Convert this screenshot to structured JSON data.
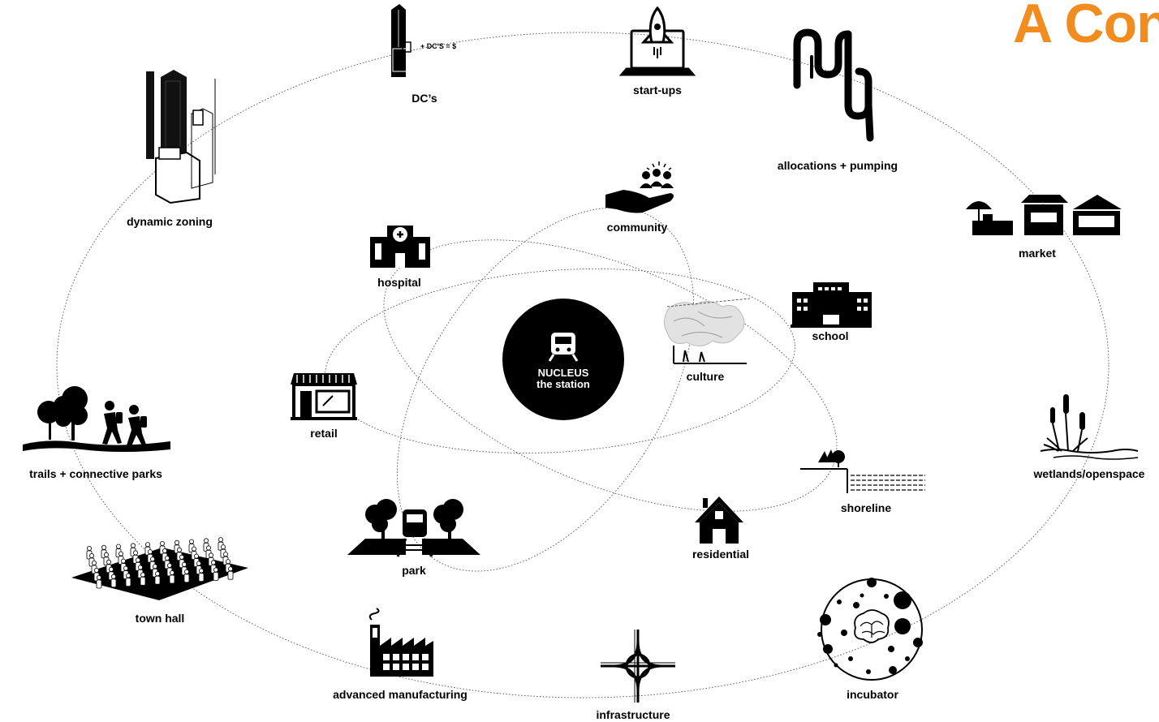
{
  "title": "A Con",
  "nucleus": {
    "line1": "NUCLEUS",
    "line2": "the station"
  },
  "equation": "+ DC'S = $",
  "nodes": {
    "dcs": "DC’s",
    "startups": "start-ups",
    "allocations": "allocations + pumping",
    "market": "market",
    "dynamic_zoning": "dynamic zoning",
    "community": "community",
    "hospital": "hospital",
    "school": "school",
    "culture": "culture",
    "retail": "retail",
    "trails": "trails + connective parks",
    "wetlands": "wetlands/openspace",
    "shoreline": "shoreline",
    "residential": "residential",
    "park": "park",
    "town_hall": "town hall",
    "advanced_manufacturing": "advanced manufacturing",
    "infrastructure": "infrastructure",
    "incubator": "incubator"
  },
  "colors": {
    "accent": "#f28c1e",
    "ink": "#000000",
    "orbit": "#555555"
  },
  "icons": {
    "dcs": "tower-icon",
    "startups": "rocket-laptop-icon",
    "allocations": "pipes-icon",
    "market": "market-stalls-icon",
    "dynamic_zoning": "building-massing-icon",
    "community": "hand-people-icon",
    "hospital": "hospital-icon",
    "school": "school-icon",
    "culture": "culture-sketch-icon",
    "retail": "storefront-icon",
    "trails": "hikers-trees-icon",
    "wetlands": "cattails-icon",
    "shoreline": "shoreline-icon",
    "residential": "house-icon",
    "park": "park-train-icon",
    "town_hall": "crowd-icon",
    "advanced_manufacturing": "factory-icon",
    "infrastructure": "interchange-icon",
    "incubator": "brain-cells-icon",
    "nucleus": "train-icon"
  }
}
